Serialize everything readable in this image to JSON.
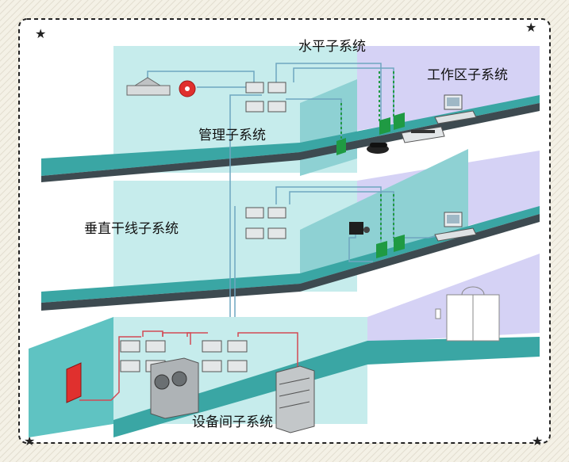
{
  "labels": {
    "horizontal_subsystem": "水平子系统",
    "work_area_subsystem": "工作区子系统",
    "management_subsystem": "管理子系统",
    "vertical_trunk_subsystem": "垂直干线子系统",
    "equipment_room_subsystem": "设备间子系统"
  },
  "colors": {
    "floor_teal": "#3aa6a4",
    "wall_light": "#c6ecec",
    "wall_purple": "#d5d2f5",
    "cable_blue": "#6fa6c0",
    "cable_red": "#d24a55",
    "outlet_green": "#1f9a43",
    "fire_red": "#e0302e"
  }
}
